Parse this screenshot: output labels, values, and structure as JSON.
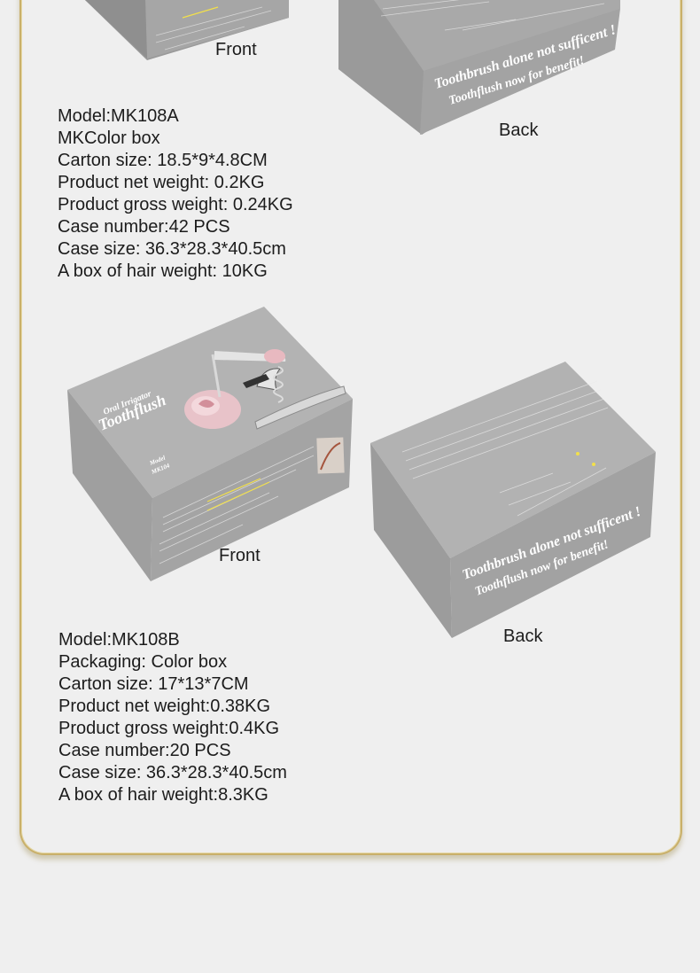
{
  "colors": {
    "background": "#efefef",
    "frame_gold": "#c9b06a",
    "box_gray_light": "#b4b4b4",
    "box_gray_mid": "#a5a5a5",
    "box_gray_dark": "#9a9a9a",
    "box_bottom_dark": "#7f7f7f"
  },
  "product_a": {
    "front_label": "Front",
    "back_label": "Back",
    "back_slogan_line1": "Toothbrush alone not sufficent !",
    "back_slogan_line2": "Toothflush now for benefit!",
    "specs": [
      "Model:MK108A",
      "MKColor box",
      "Carton size: 18.5*9*4.8CM",
      "Product net weight: 0.2KG",
      "Product gross weight: 0.24KG",
      "Case number:42 PCS",
      "Case size: 36.3*28.3*40.5cm",
      "A box of hair weight: 10KG"
    ]
  },
  "product_b": {
    "front_label": "Front",
    "back_label": "Back",
    "box_subtitle": "Oral Irrigator",
    "box_title": "Toothflush",
    "box_model_label": "Model",
    "box_model_value": "MK104",
    "back_slogan_line1": "Toothbrush alone not sufficent !",
    "back_slogan_line2": "Toothflush now for benefit!",
    "specs": [
      "Model:MK108B",
      "Packaging:  Color box",
      "Carton size:  17*13*7CM",
      "Product net weight:0.38KG",
      "Product gross weight:0.4KG",
      "Case number:20 PCS",
      "Case size: 36.3*28.3*40.5cm",
      "A box of hair weight:8.3KG"
    ]
  }
}
